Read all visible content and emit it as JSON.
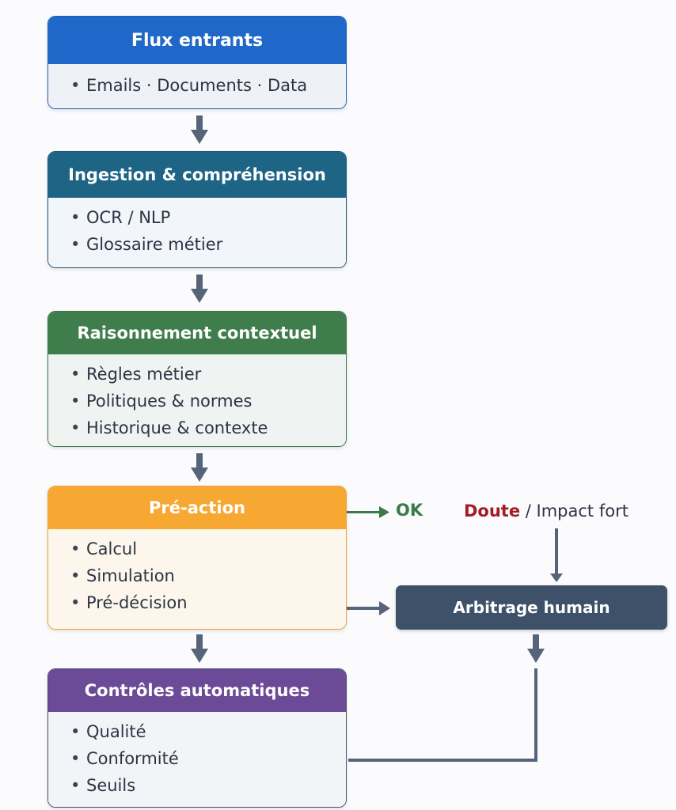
{
  "diagram": {
    "stages": [
      {
        "id": "flux",
        "title": "Flux entrants",
        "items": [
          "Emails · Documents · Data"
        ],
        "color": "#1f68c9"
      },
      {
        "id": "ingestion",
        "title": "Ingestion & compréhension",
        "items": [
          "OCR / NLP",
          "Glossaire métier"
        ],
        "color": "#1d6485"
      },
      {
        "id": "raisonnement",
        "title": "Raisonnement contextuel",
        "items": [
          "Règles métier",
          "Politiques & normes",
          "Historique & contexte"
        ],
        "color": "#3f7d4d"
      },
      {
        "id": "preaction",
        "title": "Pré-action",
        "items": [
          "Calcul",
          "Simulation",
          "Pré-décision"
        ],
        "color": "#f7a833"
      },
      {
        "id": "controles",
        "title": "Contrôles automatiques",
        "items": [
          "Qualité",
          "Conformité",
          "Seuils"
        ],
        "color": "#6b4a97"
      }
    ],
    "arbitrage": {
      "title": "Arbitrage humain",
      "color": "#3f5069"
    },
    "ok_label": "OK",
    "doubt_label": {
      "red": "Doute",
      "rest": " / Impact fort"
    },
    "colors": {
      "arrow": "#56647a",
      "ok_arrow": "#3a7a4a",
      "doubt": "#a31c24"
    }
  }
}
